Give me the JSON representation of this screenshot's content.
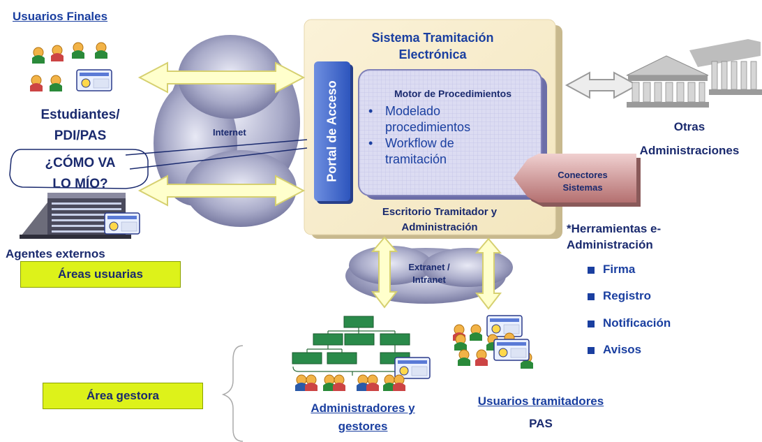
{
  "colors": {
    "blue_text": "#1a3fa0",
    "accent_green": "#ddf21a",
    "portal_blue": "#3a63c8",
    "connector_red": "#c98a8a",
    "cloud": "#8d8fb3"
  },
  "left": {
    "usuarios_finales": "Usuarios Finales",
    "estudiantes_l1": "Estudiantes/",
    "estudiantes_l2": "PDI/PAS",
    "bubble_l1": "¿CÓMO VA",
    "bubble_l2": "LO MÍO?",
    "agentes_externos": "Agentes externos",
    "areas_usuarias": "Áreas usuarias",
    "area_gestora": "Área gestora"
  },
  "clouds": {
    "internet": "Internet",
    "extranet_l1": "Extranet /",
    "extranet_l2": "Intranet"
  },
  "system": {
    "title_l1": "Sistema Tramitación",
    "title_l2": "Electrónica",
    "portal": "Portal de Acceso",
    "motor_title": "Motor de Procedimientos",
    "bullets": [
      {
        "l1": "Modelado",
        "l2": "procedimientos"
      },
      {
        "l1": "Workflow de",
        "l2": "tramitación"
      }
    ],
    "escritorio_l1": "Escritorio Tramitador y",
    "escritorio_l2": "Administración",
    "conectores_l1": "Conectores",
    "conectores_l2": "Sistemas"
  },
  "right": {
    "otras_l1": "Otras",
    "otras_l2": "Administraciones",
    "herramientas_l1": "*Herramientas e-",
    "herramientas_l2": "Administración",
    "tools": [
      "Firma",
      "Registro",
      "Notificación",
      "Avisos"
    ]
  },
  "bottom": {
    "admin_l1": "Administradores y",
    "admin_l2": "gestores",
    "tramitadores": "Usuarios tramitadores",
    "pas": "PAS"
  }
}
